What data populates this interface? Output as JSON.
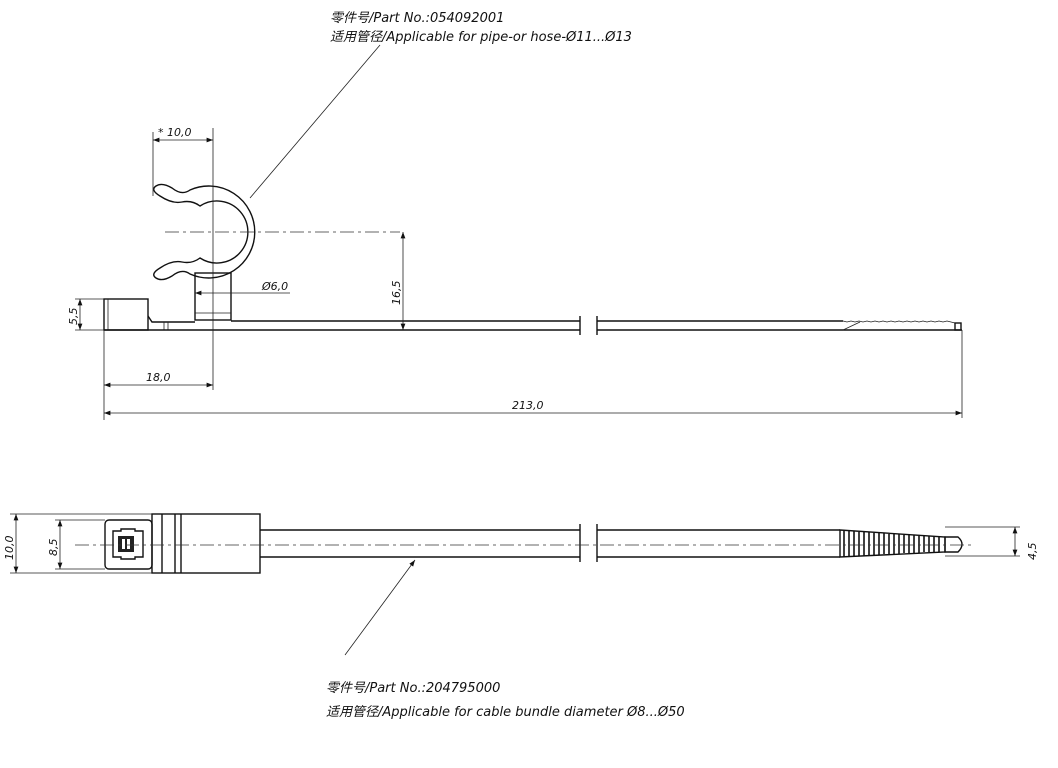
{
  "top_label": {
    "part_no": "零件号/Part No.:054092001",
    "applicable": "适用管径/Applicable for pipe-or hose-Ø11...Ø13"
  },
  "bottom_label": {
    "part_no": "零件号/Part No.:204795000",
    "applicable": "适用管径/Applicable for cable bundle diameter Ø8...Ø50"
  },
  "dimensions": {
    "clip_width": "* 10,0",
    "stem_diameter": "Ø6,0",
    "clip_height": "16,5",
    "head_height": "5,5",
    "clip_offset": "18,0",
    "total_length": "213,0",
    "head_width": "10,0",
    "head_inner": "8,5",
    "band_width": "4,5"
  }
}
